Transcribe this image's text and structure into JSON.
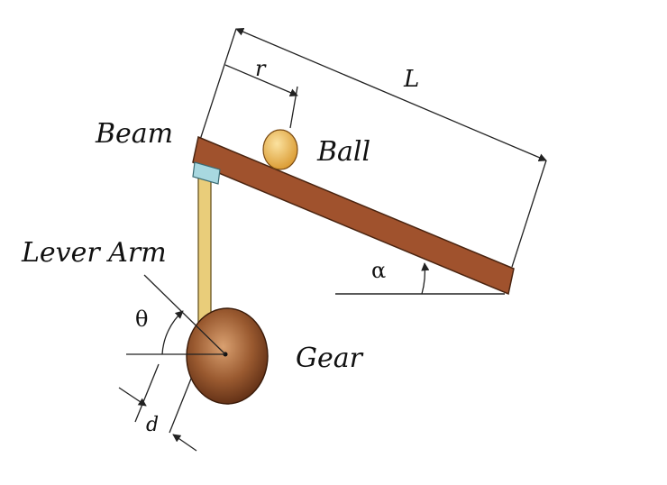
{
  "labels": {
    "beam": "Beam",
    "ball": "Ball",
    "lever_arm": "Lever Arm",
    "gear": "Gear",
    "length": "L",
    "ball_position": "r",
    "beam_angle": "α",
    "gear_angle": "θ",
    "lever_offset": "d"
  },
  "colors": {
    "beam": "#a0522d",
    "ball": "#e8b04a",
    "lever_arm": "#e9cd7a",
    "gear_dark": "#5a2a12",
    "gear_light": "#c8905e",
    "joint": "#a8d8e0",
    "ink": "#222222"
  }
}
